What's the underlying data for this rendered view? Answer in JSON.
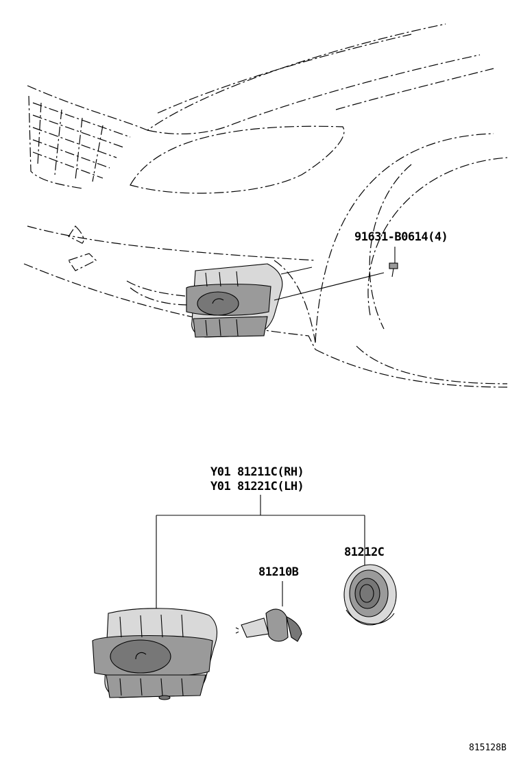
{
  "callouts": {
    "bolt": "91631-B0614(4)",
    "assembly_rh": "Y01 81211C(RH)",
    "assembly_lh": "Y01 81221C(LH)",
    "socket": "81212C",
    "bulb": "81210B"
  },
  "figure_ref": "815128B",
  "icons": [
    "car-front-outline",
    "fog-lamp-mounted",
    "fog-lamp-assembly",
    "bulb",
    "socket-cover",
    "bolt"
  ]
}
